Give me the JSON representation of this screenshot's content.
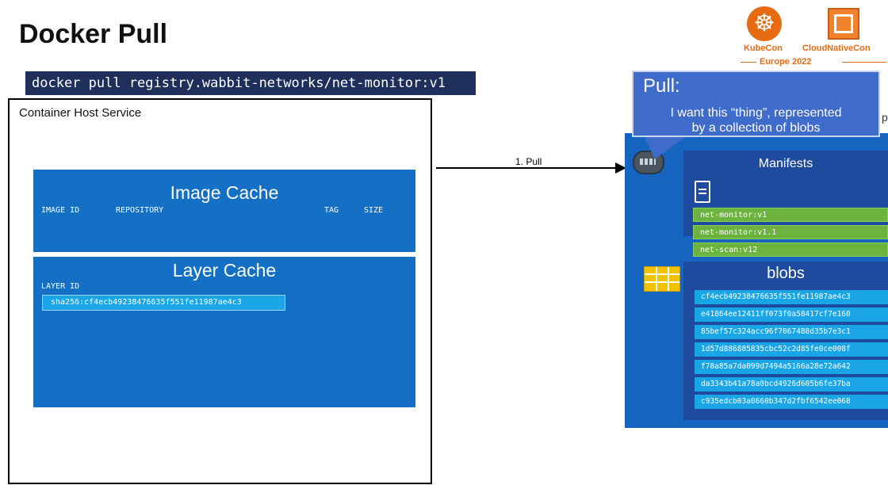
{
  "slide": {
    "title": "Docker Pull"
  },
  "command": "docker pull registry.wabbit-networks/net-monitor:v1",
  "host": {
    "label": "Container Host Service",
    "image_cache": {
      "title": "Image Cache",
      "columns": [
        "IMAGE ID",
        "REPOSITORY",
        "TAG",
        "SIZE"
      ]
    },
    "layer_cache": {
      "title": "Layer Cache",
      "column": "LAYER ID",
      "layers": [
        "sha256:cf4ecb49238476635f551fe11987ae4c3"
      ]
    }
  },
  "arrow": {
    "label": "1. Pull"
  },
  "callout": {
    "title": "Pull:",
    "body_line1": "I want this “thing”, represented",
    "body_line2": "by a collection of blobs",
    "overflow_text": "p"
  },
  "registry": {
    "manifests": {
      "title": "Manifests",
      "tags": [
        "net-monitor:v1",
        "net-monitor:v1.1",
        "net-scan:v12"
      ]
    },
    "blobs": {
      "title": "blobs",
      "items": [
        "cf4ecb49238476635f551fe11987ae4c3",
        "e41864ee12411ff073f0a58417cf7e160",
        "85bef57c324acc96f7067488d35b7e3c1",
        "1d57d886885835cbc52c2d85fe0ce008f",
        "f78a85a7da099d7494a5166a28e72a642",
        "da3343b41a78a0bcd4926d605b6fe37ba",
        "c935edcb03a0660b347d2fbf6542ee068"
      ]
    }
  },
  "logos": {
    "kubecon": "KubeCon",
    "cloudnativecon": "CloudNativeCon",
    "event": "Europe 2022"
  }
}
